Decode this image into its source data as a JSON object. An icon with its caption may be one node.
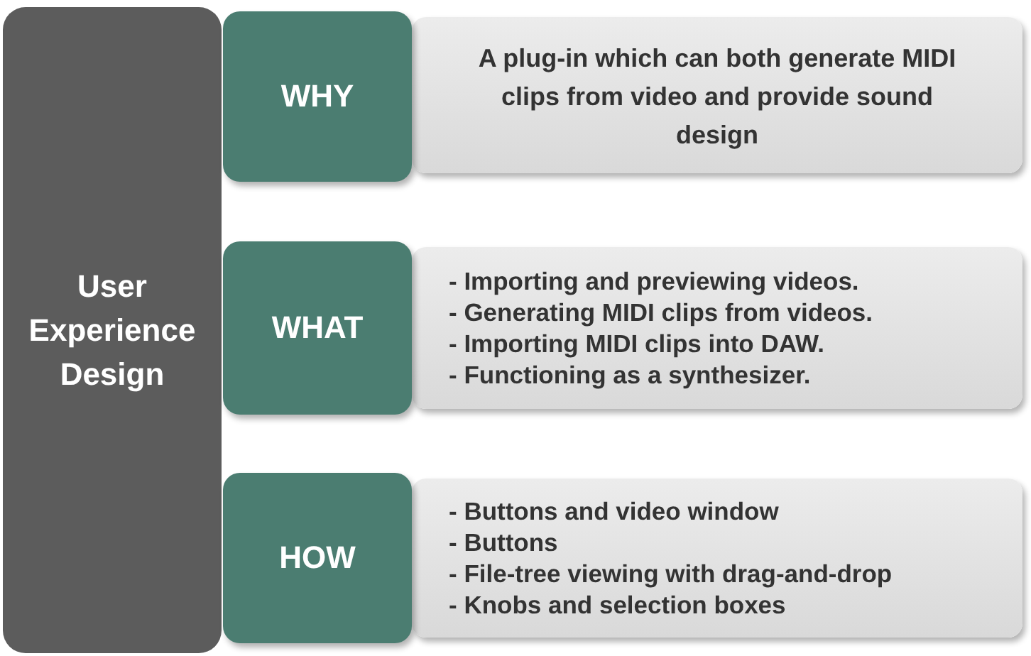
{
  "diagram": {
    "nodes": [
      {
        "text": [
          "User Experience Design"
        ]
      },
      {
        "text": [
          "WHY"
        ]
      },
      {
        "text": [
          "A plug-in which can both generate MIDI clips from video and provide sound design"
        ]
      },
      {
        "text": [
          "WHAT"
        ]
      },
      {
        "text": [
          "- Importing and previewing videos.",
          "- Generating MIDI clips from videos.",
          "- Importing MIDI clips into DAW.",
          "- Functioning as a synthesizer."
        ]
      },
      {
        "text": [
          "HOW"
        ]
      },
      {
        "text": [
          "- Buttons and video window",
          "- Buttons",
          "- File-tree viewing with drag-and-drop",
          "- Knobs and selection boxes"
        ]
      }
    ]
  }
}
